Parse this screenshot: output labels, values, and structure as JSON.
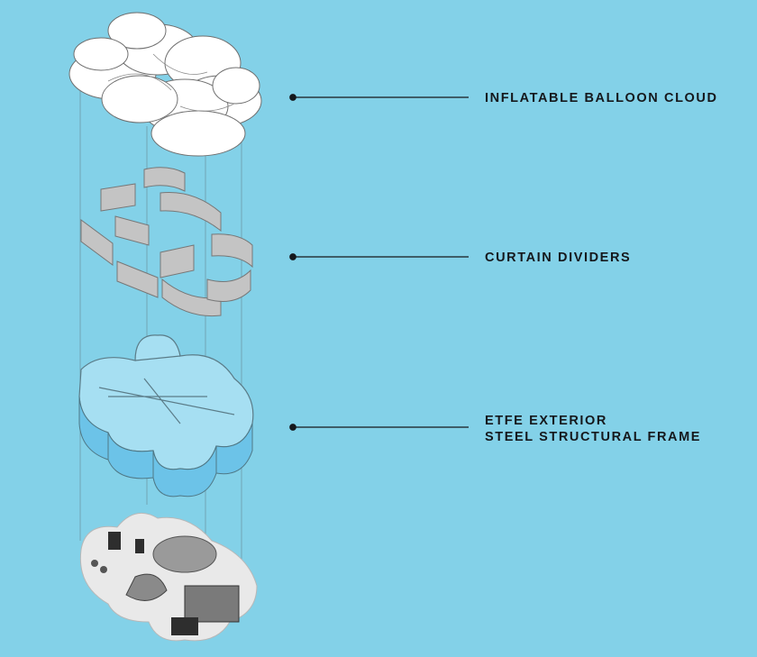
{
  "colors": {
    "background": "#83d1e8",
    "leader": "#15181c",
    "cloud_fill": "#ffffff",
    "curtain_fill": "#c4c4c4",
    "etfe_fill": "#8fd3ee",
    "floor_fill": "#e9e9e9"
  },
  "layers": [
    {
      "id": "balloon",
      "lines": [
        "INFLATABLE BALLOON CLOUD"
      ]
    },
    {
      "id": "curtains",
      "lines": [
        "CURTAIN DIVIDERS"
      ]
    },
    {
      "id": "frame",
      "lines": [
        "ETFE EXTERIOR",
        "STEEL STRUCTURAL FRAME"
      ]
    }
  ]
}
